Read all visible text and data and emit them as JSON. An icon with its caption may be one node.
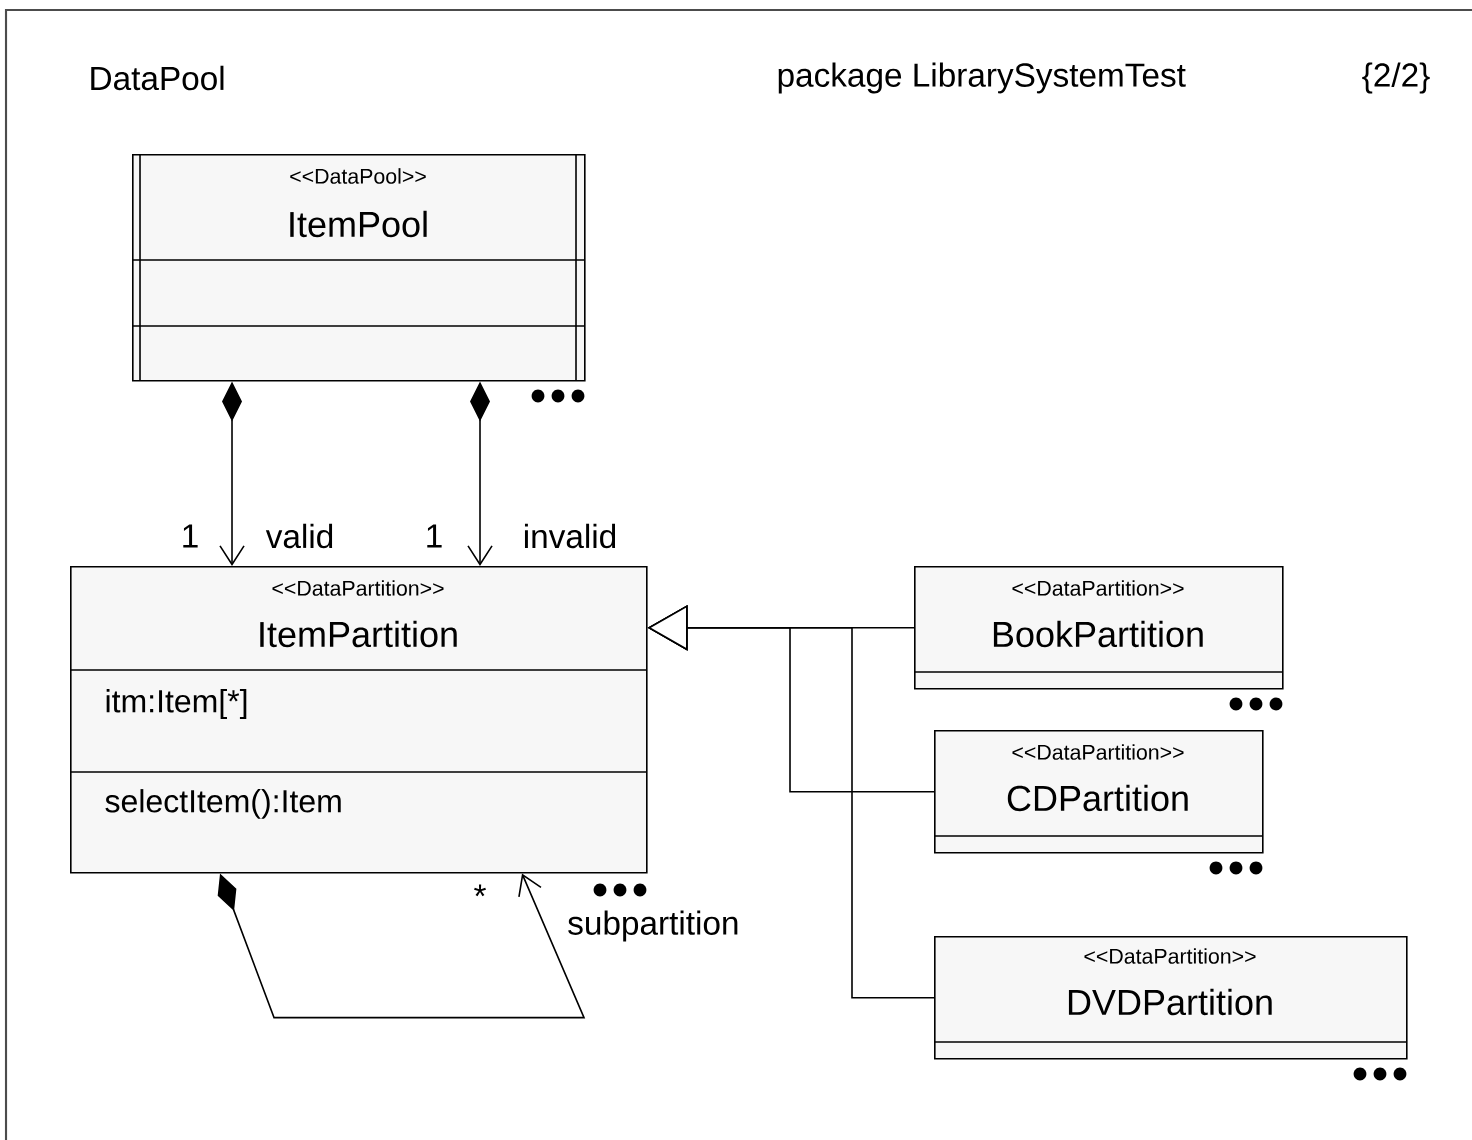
{
  "diagram": {
    "title": "DataPool",
    "nodes": [
      {
        "text": [
          "<<DataPool>>",
          "ItemPool"
        ]
      },
      {
        "text": [
          "<<DataPartition>>",
          "ItemPartition",
          "itm:Item[*]",
          "selectItem():Item"
        ]
      },
      {
        "text": [
          "<<DataPartition>>",
          "BookPartition"
        ]
      },
      {
        "text": [
          "<<DataPartition>>",
          "CDPartition"
        ]
      },
      {
        "text": [
          "<<DataPartition>>",
          "DVDPartition"
        ]
      }
    ],
    "edges": [
      {
        "from": 0,
        "to": 1,
        "arrow": "to",
        "label": "valid"
      },
      {
        "from": 0,
        "to": 1,
        "arrow": "to",
        "label": "invalid"
      },
      {
        "from": 2,
        "to": 1,
        "arrow": "to"
      },
      {
        "from": 3,
        "to": 1,
        "arrow": "to"
      },
      {
        "from": 4,
        "to": 1,
        "arrow": "to"
      },
      {
        "from": 1,
        "to": 1,
        "arrow": "to",
        "label": "subpartition"
      }
    ],
    "labels": [
      "package LibrarySystemTest",
      "{2/2}",
      "1",
      "1",
      "*"
    ]
  }
}
